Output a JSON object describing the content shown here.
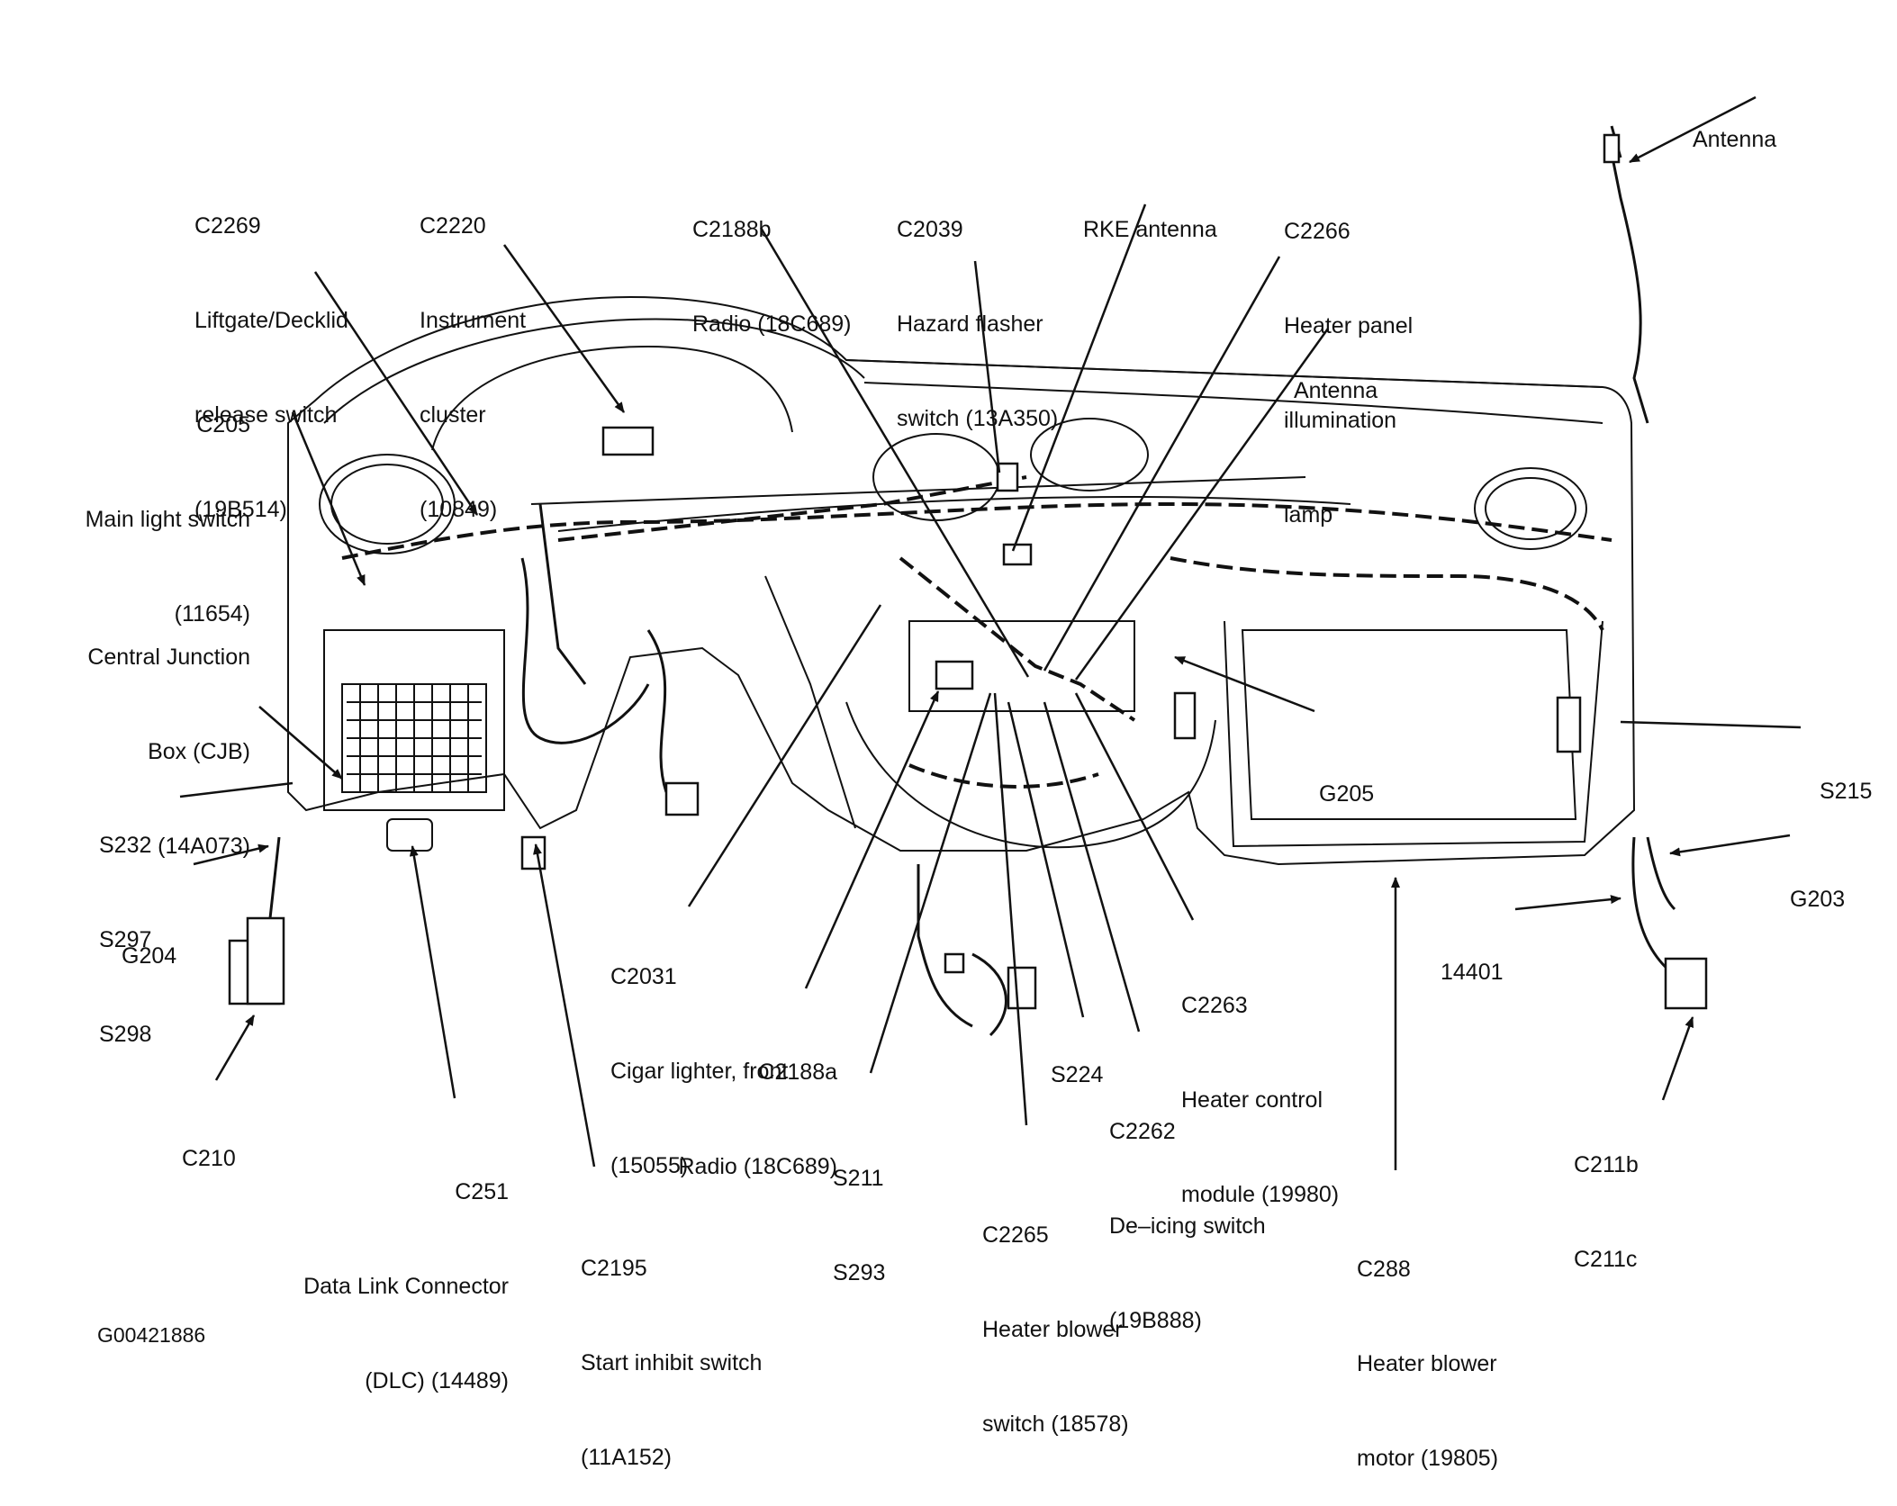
{
  "figure_id": "G00421886",
  "callouts": [
    {
      "id": "c2269",
      "lines": [
        "C2269",
        "Liftgate/Decklid",
        "release switch",
        "(19B514)"
      ]
    },
    {
      "id": "c2220",
      "lines": [
        "C2220",
        "Instrument",
        "cluster",
        "(10849)"
      ]
    },
    {
      "id": "c2188b",
      "lines": [
        "C2188b",
        "Radio (18C689)"
      ]
    },
    {
      "id": "c2039",
      "lines": [
        "C2039",
        "Hazard flasher",
        "switch (13A350)"
      ]
    },
    {
      "id": "rke",
      "lines": [
        "RKE antenna"
      ]
    },
    {
      "id": "c2266",
      "lines": [
        "C2266",
        "Heater panel",
        "illumination",
        "lamp"
      ]
    },
    {
      "id": "antenna-mid",
      "lines": [
        "Antenna"
      ]
    },
    {
      "id": "antenna-top",
      "lines": [
        "Antenna"
      ]
    },
    {
      "id": "c205",
      "lines": [
        "C205",
        "Main light switch",
        "(11654)"
      ]
    },
    {
      "id": "cjb",
      "lines": [
        "Central Junction",
        "Box (CJB)",
        "(14A073)"
      ]
    },
    {
      "id": "s232",
      "lines": [
        "S232",
        "S297",
        "S298"
      ]
    },
    {
      "id": "g204",
      "lines": [
        "G204"
      ]
    },
    {
      "id": "c210",
      "lines": [
        "C210"
      ]
    },
    {
      "id": "c251",
      "lines": [
        "C251",
        "Data Link Connector",
        "(DLC) (14489)"
      ]
    },
    {
      "id": "c2195",
      "lines": [
        "C2195",
        "Start inhibit switch",
        "(11A152)"
      ]
    },
    {
      "id": "c2031",
      "lines": [
        "C2031",
        "Cigar lighter, front",
        "(15055)"
      ]
    },
    {
      "id": "c2188a",
      "lines": [
        "C2188a",
        "Radio (18C689)"
      ]
    },
    {
      "id": "s211",
      "lines": [
        "S211",
        "S293"
      ]
    },
    {
      "id": "s224",
      "lines": [
        "S224"
      ]
    },
    {
      "id": "c2265",
      "lines": [
        "C2265",
        "Heater blower",
        "switch (18578)"
      ]
    },
    {
      "id": "c2262",
      "lines": [
        "C2262",
        "De–icing switch",
        "(19B888)"
      ]
    },
    {
      "id": "c2263",
      "lines": [
        "C2263",
        "Heater control",
        "module (19980)"
      ]
    },
    {
      "id": "g205",
      "lines": [
        "G205"
      ]
    },
    {
      "id": "s215",
      "lines": [
        "S215"
      ]
    },
    {
      "id": "g203",
      "lines": [
        "G203"
      ]
    },
    {
      "id": "w14401",
      "lines": [
        "14401"
      ]
    },
    {
      "id": "c211",
      "lines": [
        "C211b",
        "C211c"
      ]
    },
    {
      "id": "c288",
      "lines": [
        "C288",
        "Heater blower",
        "motor (19805)"
      ]
    }
  ]
}
